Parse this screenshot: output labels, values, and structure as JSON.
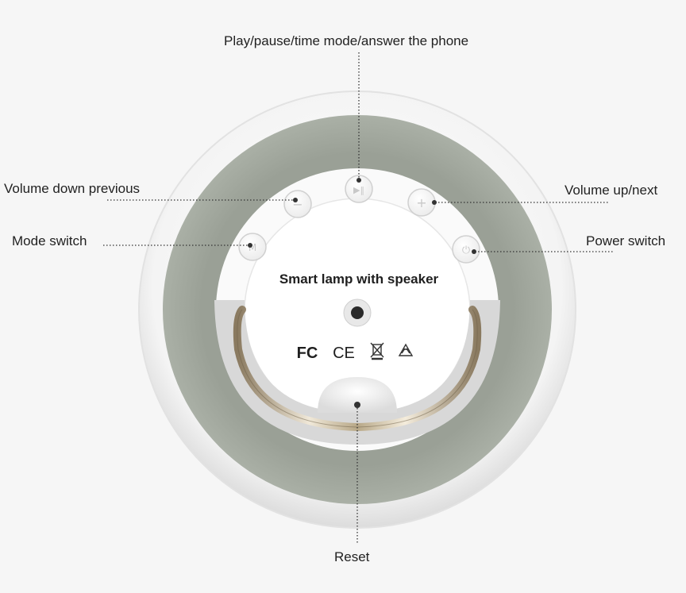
{
  "device": {
    "brand_text": "Smart lamp with speaker",
    "marks": [
      "FC",
      "CE"
    ]
  },
  "callouts": {
    "play": "Play/pause/time mode/answer the phone",
    "volume_down": "Volume down previous",
    "mode_switch": "Mode switch",
    "volume_up": "Volume up/next",
    "power_switch": "Power switch",
    "reset": "Reset"
  },
  "buttons": {
    "play_icon": "▶‖",
    "minus_icon": "−",
    "plus_icon": "+",
    "mode_icon": "M",
    "power_icon": "⏻"
  }
}
